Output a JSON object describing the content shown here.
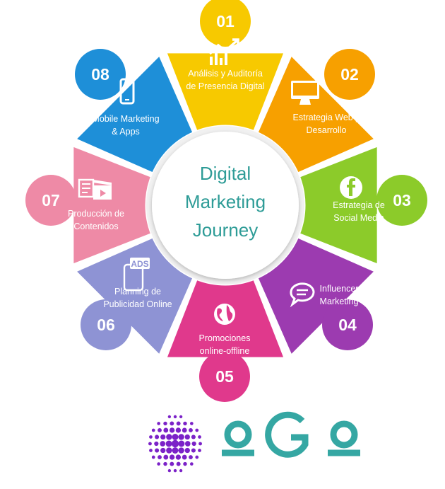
{
  "center": {
    "lines": [
      "Digital",
      "Marketing",
      "Journey"
    ]
  },
  "colors": {
    "center_text": "#2e9c97",
    "logo_purple": "#7b22c8",
    "logo_teal": "#35a7a3"
  },
  "segments": [
    {
      "number": "01",
      "lines": [
        "Análisis  y Auditoría",
        "de  Presencia Digital"
      ],
      "icon": "growth-chart-icon",
      "color": "#f7c900"
    },
    {
      "number": "02",
      "lines": [
        "Estrategia Web y",
        "Desarrollo"
      ],
      "icon": "monitor-icon",
      "color": "#f7a000"
    },
    {
      "number": "03",
      "lines": [
        "Estrategia de",
        "Social Media"
      ],
      "icon": "facebook-icon",
      "color": "#8ccb2a"
    },
    {
      "number": "04",
      "lines": [
        "Influencer",
        "Marketing"
      ],
      "icon": "chat-bubble-icon",
      "color": "#9c3bb0"
    },
    {
      "number": "05",
      "lines": [
        "Promociones",
        "online-offline"
      ],
      "icon": "globe-icon",
      "color": "#e0398c"
    },
    {
      "number": "06",
      "lines": [
        "Planning de",
        "Publicidad Online"
      ],
      "icon": "ads-phone-icon",
      "color": "#8e93d4"
    },
    {
      "number": "07",
      "lines": [
        "Producción de",
        "Contenidos"
      ],
      "icon": "media-clapper-icon",
      "color": "#ee8aa6"
    },
    {
      "number": "08",
      "lines": [
        "Mobile Marketing",
        "& Apps"
      ],
      "icon": "smartphone-icon",
      "color": "#1e8fd8"
    }
  ],
  "logo": {
    "text": "oGo",
    "icon": "dotted-sphere-icon"
  }
}
